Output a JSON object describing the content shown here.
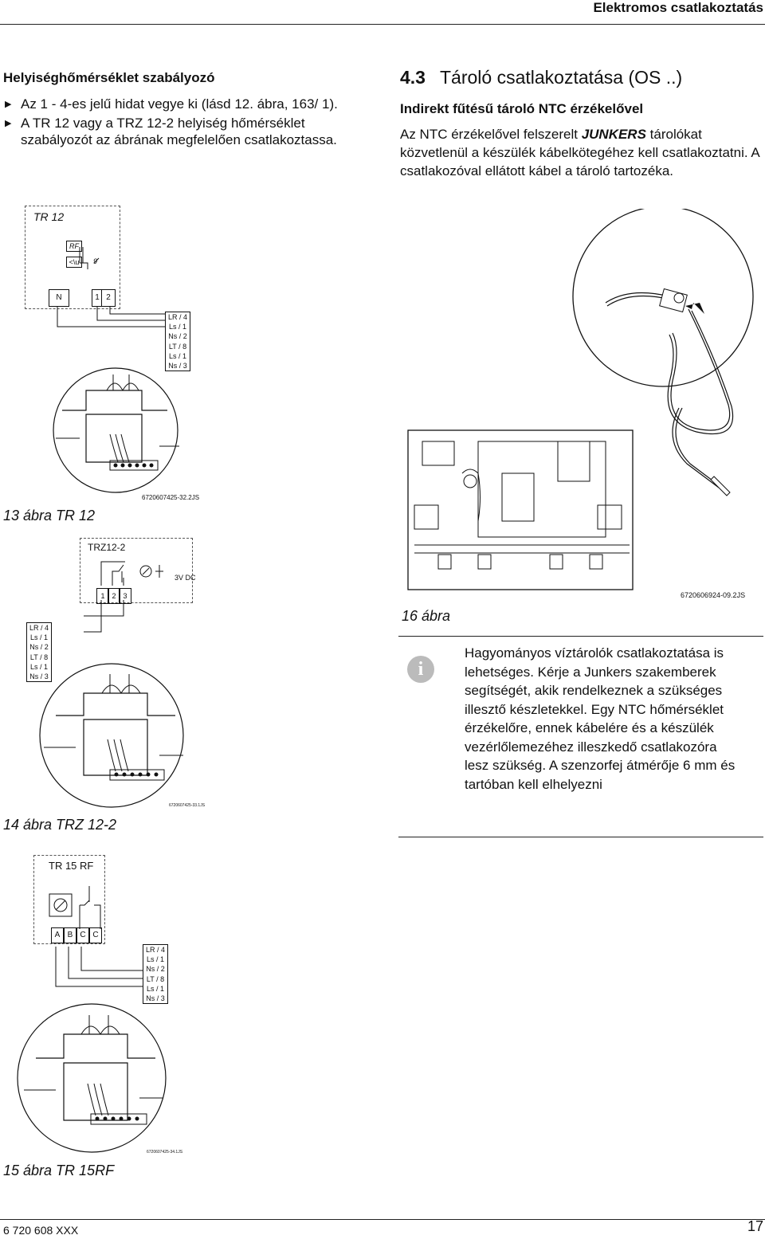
{
  "header": {
    "title": "Elektromos csatlakoztatás"
  },
  "left": {
    "heading": "Helyiséghőmérséklet szabályozó",
    "bullets": [
      "Az 1 - 4-es jelű hidat vegye ki (lásd  12. ábra, 163/ 1).",
      "A TR 12 vagy a TRZ 12-2 helyiség hőmérséklet szabályozót az ábrának megfelelően csatlakoztassa."
    ]
  },
  "section": {
    "number": "4.3",
    "title": "Tároló csatlakoztatása (OS ..)",
    "subheading": "Indirekt fűtésű tároló NTC érzékelővel",
    "body_before": "Az NTC érzékelővel felszerelt ",
    "brand": "JUNKERS",
    "body_after": " tárolókat közvetlenül a készülék kábelkötegéhez kell csatlakoztatni. A csatlakozóval ellátott kábel a tároló tartozéka."
  },
  "fig13": {
    "box_label": "TR 12",
    "rf_label": "RF",
    "time_label": "<\\u",
    "sensor_label": "9",
    "terminals": [
      "N",
      "1",
      "2"
    ],
    "wire_labels": [
      "LR / 4",
      "Ls / 1",
      "Ns / 2",
      "LT / 8",
      "Ls / 1",
      "Ns / 3"
    ],
    "code": "6720607425-32.2JS",
    "caption": "13 ábra TR 12"
  },
  "fig14": {
    "box_label": "TRZ12-2",
    "power_label": "3V DC",
    "terminals": [
      "1",
      "2",
      "3"
    ],
    "wire_labels": [
      "LR / 4",
      "Ls / 1",
      "Ns / 2",
      "LT / 8",
      "Ls / 1",
      "Ns / 3"
    ],
    "code": "6720607425-33.1JS",
    "caption": "14 ábra TRZ 12-2"
  },
  "fig15": {
    "box_label": "TR 15 RF",
    "terminals": [
      "A",
      "B",
      "C",
      "C"
    ],
    "wire_labels": [
      "LR / 4",
      "Ls / 1",
      "Ns / 2",
      "LT / 8",
      "Ls / 1",
      "Ns / 3"
    ],
    "code": "6720607425-34.1JS",
    "caption": "15 ábra TR 15RF"
  },
  "fig16": {
    "code": "6720606924-09.2JS",
    "caption": "16 ábra"
  },
  "info": {
    "icon": "i",
    "text": "Hagyományos víztárolók csatlakoztatása is lehetséges. Kérje a Junkers szakemberek segítségét, akik rendelkeznek a szükséges illesztő készletekkel. Egy NTC hőmérséklet érzékelőre, ennek kábelére és a készülék vezérlőlemezéhez illeszkedő csatlakozóra lesz szükség. A szenzorfej átmérője 6 mm és tartóban kell elhelyezni"
  },
  "footer": {
    "doc_number": "6 720 608 XXX",
    "page": "17"
  }
}
